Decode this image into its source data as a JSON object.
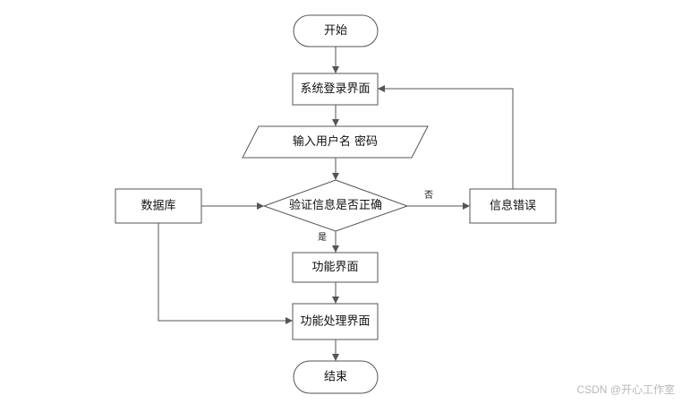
{
  "flowchart": {
    "nodes": {
      "start": "开始",
      "login": "系统登录界面",
      "input": "输入用户名 密码",
      "verify": "验证信息是否正确",
      "database": "数据库",
      "error": "信息错误",
      "function": "功能界面",
      "process": "功能处理界面",
      "end": "结束"
    },
    "edges": {
      "yes": "是",
      "no": "否"
    }
  },
  "watermark": "CSDN @开心工作室"
}
